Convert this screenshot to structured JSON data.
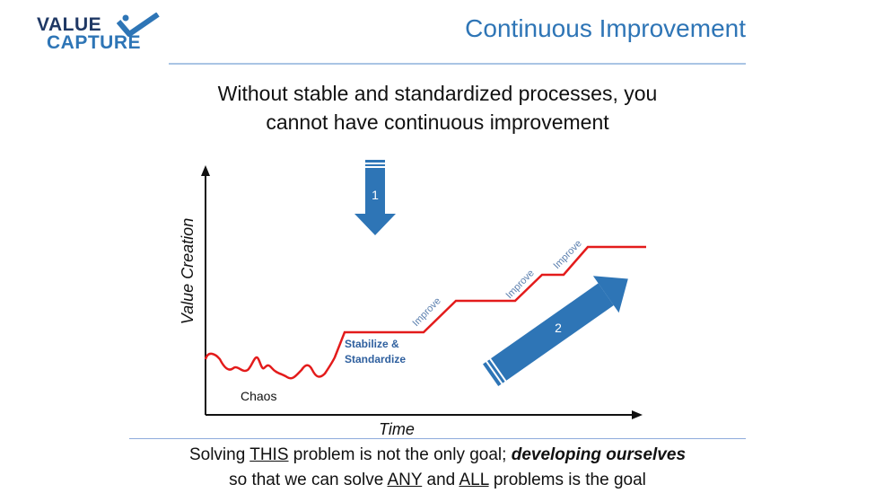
{
  "logo": {
    "line1": "VALUE",
    "line2": "CAPTURE"
  },
  "header": {
    "title": "Continuous Improvement"
  },
  "headline": {
    "line1": "Without stable and standardized processes, you",
    "line2": "cannot have continuous improvement"
  },
  "diagram": {
    "y_axis_label": "Value Creation",
    "x_axis_label": "Time",
    "chaos_label": "Chaos",
    "stabilize_line1": "Stabilize &",
    "stabilize_line2": "Standardize",
    "improve_label": "Improve",
    "arrow1_label": "1",
    "arrow2_label": "2",
    "line_color": "#e31b1b",
    "arrow_color": "#2e75b6",
    "accent_text_color": "#2e75b6"
  },
  "footer": {
    "l1_a": "Solving ",
    "l1_b": "THIS",
    "l1_c": " problem is not the only goal; ",
    "l1_d": "developing ourselves",
    "l2_a": "so that we can solve ",
    "l2_b": "ANY",
    "l2_c": " and ",
    "l2_d": "ALL",
    "l2_e": " problems is the goal"
  }
}
